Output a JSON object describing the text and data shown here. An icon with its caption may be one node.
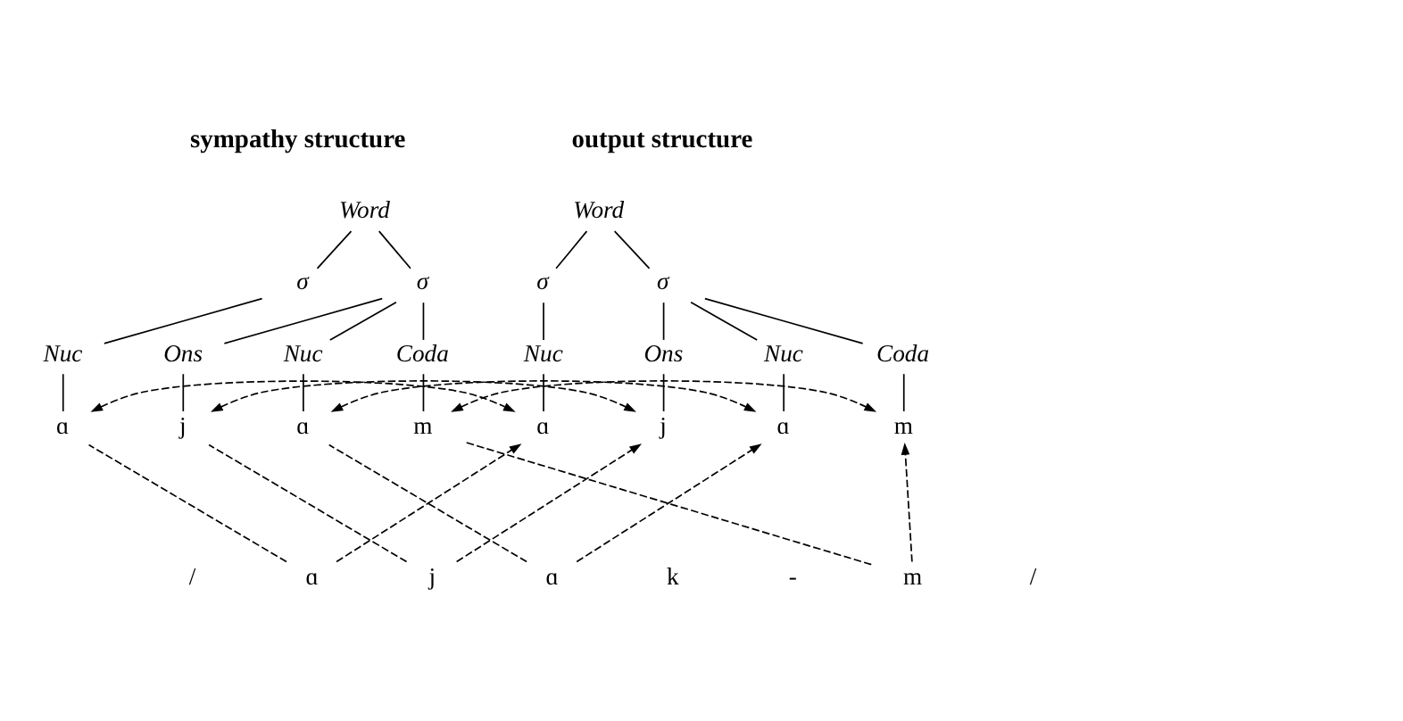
{
  "diagram": {
    "nodes": [
      {
        "text": [
          "Word"
        ]
      },
      {
        "text": [
          "σ"
        ]
      },
      {
        "text": [
          "σ"
        ]
      },
      {
        "text": [
          "Nuc"
        ]
      },
      {
        "text": [
          "Ons"
        ]
      },
      {
        "text": [
          "Nuc"
        ]
      },
      {
        "text": [
          "Coda"
        ]
      },
      {
        "text": [
          "ɑ"
        ]
      },
      {
        "text": [
          "j"
        ]
      },
      {
        "text": [
          "ɑ"
        ]
      },
      {
        "text": [
          "m"
        ]
      },
      {
        "text": [
          "Word"
        ]
      },
      {
        "text": [
          "σ"
        ]
      },
      {
        "text": [
          "σ"
        ]
      },
      {
        "text": [
          "Nuc"
        ]
      },
      {
        "text": [
          "Ons"
        ]
      },
      {
        "text": [
          "Nuc"
        ]
      },
      {
        "text": [
          "Coda"
        ]
      },
      {
        "text": [
          "ɑ"
        ]
      },
      {
        "text": [
          "j"
        ]
      },
      {
        "text": [
          "ɑ"
        ]
      },
      {
        "text": [
          "m"
        ]
      },
      {
        "text": [
          "ɑ"
        ]
      },
      {
        "text": [
          "j"
        ]
      },
      {
        "text": [
          "ɑ"
        ]
      },
      {
        "text": [
          "m"
        ]
      }
    ],
    "edges": [
      {
        "from": 0,
        "to": 1,
        "arrow": "none"
      },
      {
        "from": 0,
        "to": 2,
        "arrow": "none"
      },
      {
        "from": 1,
        "to": 3,
        "arrow": "none"
      },
      {
        "from": 2,
        "to": 4,
        "arrow": "none"
      },
      {
        "from": 2,
        "to": 5,
        "arrow": "none"
      },
      {
        "from": 2,
        "to": 6,
        "arrow": "none"
      },
      {
        "from": 3,
        "to": 7,
        "arrow": "none"
      },
      {
        "from": 4,
        "to": 8,
        "arrow": "none"
      },
      {
        "from": 5,
        "to": 9,
        "arrow": "none"
      },
      {
        "from": 6,
        "to": 10,
        "arrow": "none"
      },
      {
        "from": 11,
        "to": 12,
        "arrow": "none"
      },
      {
        "from": 11,
        "to": 13,
        "arrow": "none"
      },
      {
        "from": 12,
        "to": 14,
        "arrow": "none"
      },
      {
        "from": 13,
        "to": 15,
        "arrow": "none"
      },
      {
        "from": 13,
        "to": 16,
        "arrow": "none"
      },
      {
        "from": 13,
        "to": 17,
        "arrow": "none"
      },
      {
        "from": 14,
        "to": 18,
        "arrow": "none"
      },
      {
        "from": 15,
        "to": 19,
        "arrow": "none"
      },
      {
        "from": 16,
        "to": 20,
        "arrow": "none"
      },
      {
        "from": 17,
        "to": 21,
        "arrow": "none"
      },
      {
        "from": 22,
        "to": 7,
        "arrow": "none",
        "style": "dashed"
      },
      {
        "from": 23,
        "to": 8,
        "arrow": "none",
        "style": "dashed"
      },
      {
        "from": 24,
        "to": 9,
        "arrow": "none",
        "style": "dashed"
      },
      {
        "from": 25,
        "to": 10,
        "arrow": "none",
        "style": "dashed"
      },
      {
        "from": 22,
        "to": 18,
        "arrow": "to",
        "style": "dashed"
      },
      {
        "from": 23,
        "to": 19,
        "arrow": "to",
        "style": "dashed"
      },
      {
        "from": 24,
        "to": 20,
        "arrow": "to",
        "style": "dashed"
      },
      {
        "from": 25,
        "to": 21,
        "arrow": "to",
        "style": "dashed"
      },
      {
        "from": 7,
        "to": 18,
        "arrow": "both",
        "style": "dashed"
      },
      {
        "from": 8,
        "to": 19,
        "arrow": "both",
        "style": "dashed"
      },
      {
        "from": 9,
        "to": 20,
        "arrow": "both",
        "style": "dashed"
      },
      {
        "from": 10,
        "to": 21,
        "arrow": "both",
        "style": "dashed"
      }
    ],
    "labels": [
      "sympathy structure",
      "output structure",
      "/",
      "k",
      "-",
      "/"
    ]
  }
}
